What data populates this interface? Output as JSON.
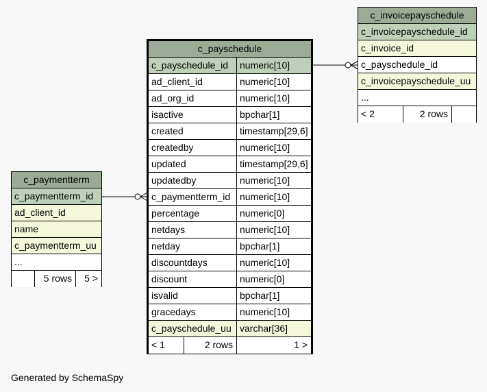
{
  "tables": {
    "c_payschedule": {
      "name": "c_payschedule",
      "columns": [
        {
          "name": "c_payschedule_id",
          "type": "numeric[10]",
          "style": "pk"
        },
        {
          "name": "ad_client_id",
          "type": "numeric[10]",
          "style": "plain"
        },
        {
          "name": "ad_org_id",
          "type": "numeric[10]",
          "style": "plain"
        },
        {
          "name": "isactive",
          "type": "bpchar[1]",
          "style": "plain"
        },
        {
          "name": "created",
          "type": "timestamp[29,6]",
          "style": "plain"
        },
        {
          "name": "createdby",
          "type": "numeric[10]",
          "style": "plain"
        },
        {
          "name": "updated",
          "type": "timestamp[29,6]",
          "style": "plain"
        },
        {
          "name": "updatedby",
          "type": "numeric[10]",
          "style": "plain"
        },
        {
          "name": "c_paymentterm_id",
          "type": "numeric[10]",
          "style": "plain"
        },
        {
          "name": "percentage",
          "type": "numeric[0]",
          "style": "plain"
        },
        {
          "name": "netdays",
          "type": "numeric[10]",
          "style": "plain"
        },
        {
          "name": "netday",
          "type": "bpchar[1]",
          "style": "plain"
        },
        {
          "name": "discountdays",
          "type": "numeric[10]",
          "style": "plain"
        },
        {
          "name": "discount",
          "type": "numeric[0]",
          "style": "plain"
        },
        {
          "name": "isvalid",
          "type": "bpchar[1]",
          "style": "plain"
        },
        {
          "name": "gracedays",
          "type": "numeric[10]",
          "style": "plain"
        },
        {
          "name": "c_payschedule_uu",
          "type": "varchar[36]",
          "style": "idx"
        }
      ],
      "footer": {
        "parents": "< 1",
        "rows": "2 rows",
        "children": "1 >"
      }
    },
    "c_paymentterm": {
      "name": "c_paymentterm",
      "columns": [
        {
          "name": "c_paymentterm_id",
          "style": "pk"
        },
        {
          "name": "ad_client_id",
          "style": "idx"
        },
        {
          "name": "name",
          "style": "idx"
        },
        {
          "name": "c_paymentterm_uu",
          "style": "idx"
        },
        {
          "name": "...",
          "style": "plain"
        }
      ],
      "footer": {
        "parents": "",
        "rows": "5 rows",
        "children": "5 >"
      }
    },
    "c_invoicepayschedule": {
      "name": "c_invoicepayschedule",
      "columns": [
        {
          "name": "c_invoicepayschedule_id",
          "style": "pk"
        },
        {
          "name": "c_invoice_id",
          "style": "idx"
        },
        {
          "name": "c_payschedule_id",
          "style": "plain"
        },
        {
          "name": "c_invoicepayschedule_uu",
          "style": "idx"
        },
        {
          "name": "...",
          "style": "plain"
        }
      ],
      "footer": {
        "parents": "< 2",
        "rows": "2 rows",
        "children": ""
      }
    }
  },
  "credit": "Generated by SchemaSpy"
}
